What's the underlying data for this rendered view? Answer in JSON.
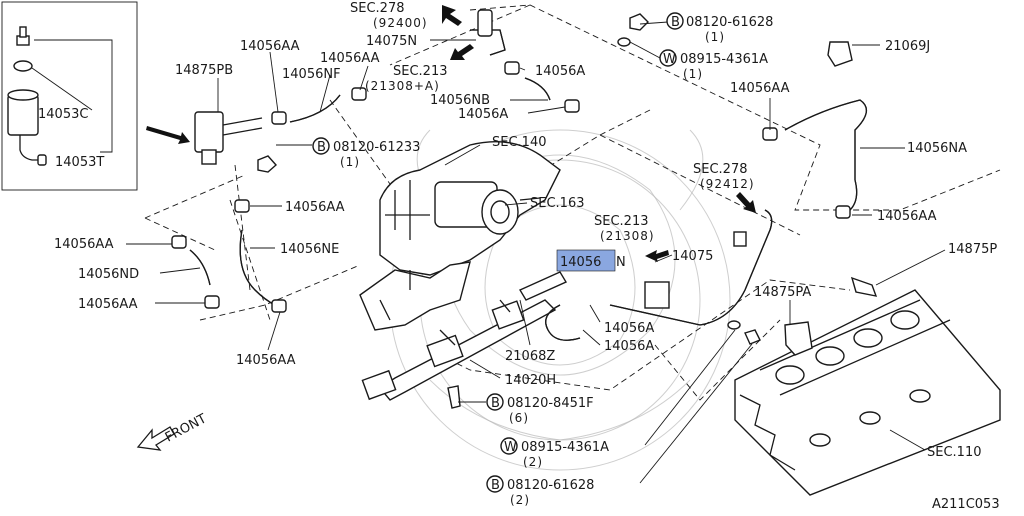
{
  "diagram": {
    "ref_code": "A211C053",
    "highlighted_label": "14056",
    "highlight_color": "#8aa7e0",
    "labels": {
      "l_14053C": "14053C",
      "l_14053T": "14053T",
      "l_14875PB": "14875PB",
      "l_14056AA_1": "14056AA",
      "l_14056AA_2": "14056AA",
      "l_14056NF": "14056NF",
      "l_sec278_a": "SEC.278",
      "l_sec278_a_sub": "(92400)",
      "l_14075N": "14075N",
      "l_sec213_a": "SEC.213",
      "l_sec213_a_sub": "(21308+A)",
      "l_14056A_1": "14056A",
      "l_14056NB": "14056NB",
      "l_14056A_2": "14056A",
      "l_bolt1": "08120-61628",
      "l_bolt1_qty": "(1)",
      "l_washer1": "08915-4361A",
      "l_washer1_qty": "(1)",
      "l_21069J": "21069J",
      "l_14056AA_3": "14056AA",
      "l_14056NA": "14056NA",
      "l_bolt2": "08120-61233",
      "l_bolt2_qty": "(1)",
      "l_sec140": "SEC.140",
      "l_sec163": "SEC.163",
      "l_sec278_b": "SEC.278",
      "l_sec278_b_sub": "(92412)",
      "l_14056AA_4": "14056AA",
      "l_14056AA_5": "14056AA",
      "l_sec213_b": "SEC.213",
      "l_sec213_b_sub": "(21308)",
      "l_14075": "14075",
      "l_14056AA_6": "14056AA",
      "l_14056NE": "14056NE",
      "l_14875P": "14875P",
      "l_14056ND": "14056ND",
      "l_14056AA_7": "14056AA",
      "l_N": "N",
      "l_14875PA": "14875PA",
      "l_14056A_3": "14056A",
      "l_14056A_4": "14056A",
      "l_21068Z": "21068Z",
      "l_14056AA_8": "14056AA",
      "l_14020H": "14020H",
      "l_bolt3": "08120-8451F",
      "l_bolt3_qty": "(6)",
      "l_front": "FRONT",
      "l_washer2": "08915-4361A",
      "l_washer2_qty": "(2)",
      "l_sec110": "SEC.110",
      "l_bolt4": "08120-61628",
      "l_bolt4_qty": "(2)",
      "c_B": "B",
      "c_W": "W"
    }
  }
}
